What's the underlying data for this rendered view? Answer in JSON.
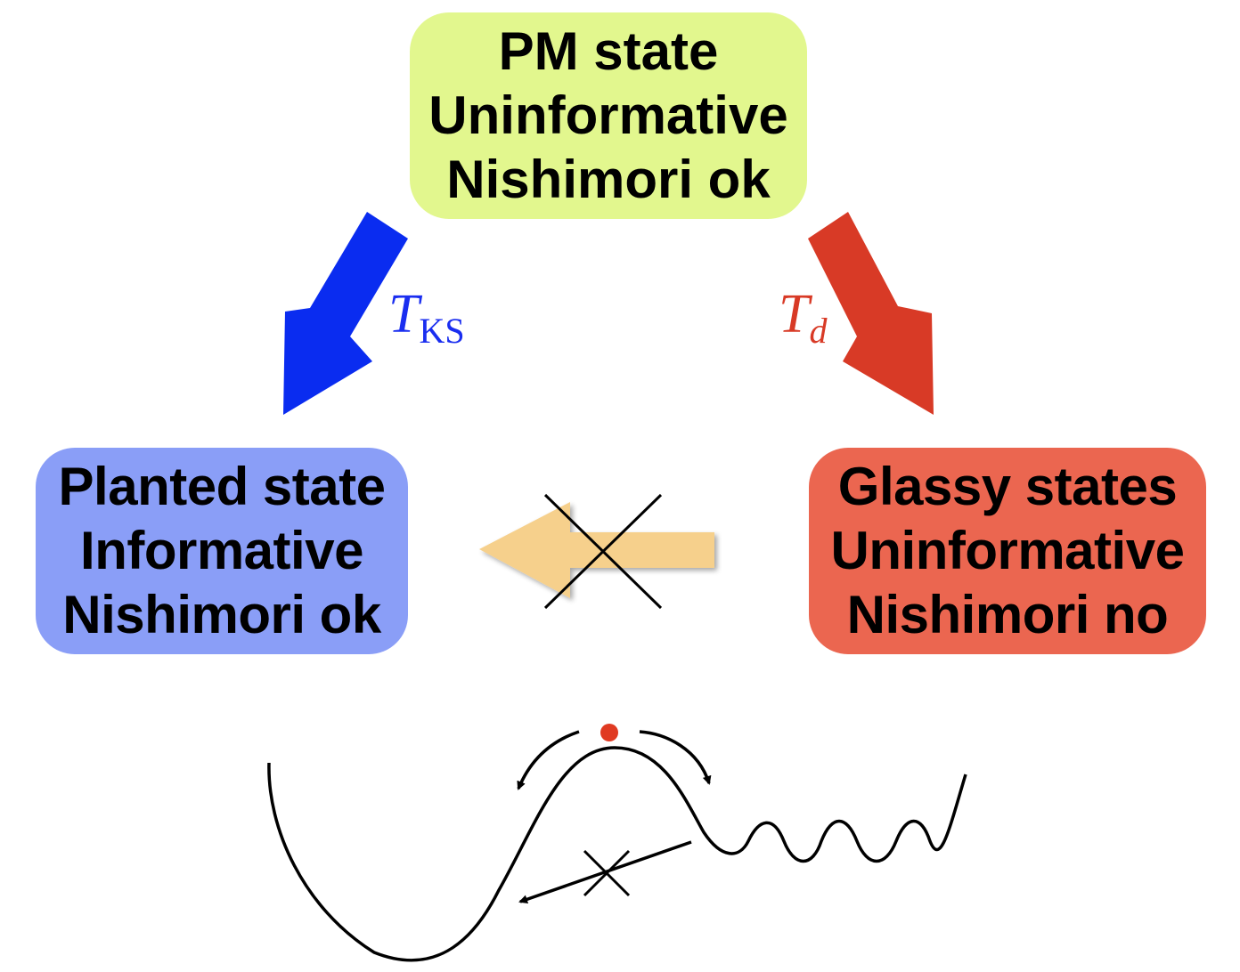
{
  "nodes": {
    "pm": {
      "lines": [
        "PM state",
        "Uninformative",
        "Nishimori ok"
      ],
      "color": "#e2f78e"
    },
    "planted": {
      "lines": [
        "Planted state",
        "Informative",
        "Nishimori ok"
      ],
      "color": "#8a9ef7"
    },
    "glassy": {
      "lines": [
        "Glassy states",
        "Uninformative",
        "Nishimori no"
      ],
      "color": "#eb6650"
    }
  },
  "edges": {
    "pm_to_planted": {
      "label_main": "T",
      "label_sub": "KS",
      "color": "#0a2cf0"
    },
    "pm_to_glassy": {
      "label_main": "T",
      "label_sub": "d",
      "color": "#d83a26"
    },
    "glassy_to_planted": {
      "crossed": true,
      "color": "#f6d08c"
    }
  },
  "landscape": {
    "ball_color": "#e03a22"
  }
}
